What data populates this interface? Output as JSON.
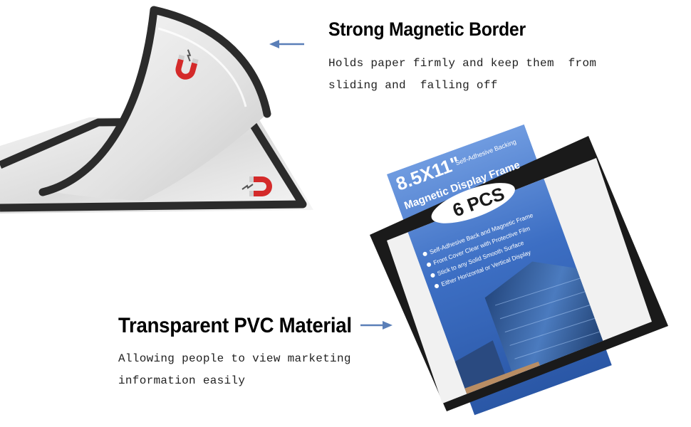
{
  "feature1": {
    "title": "Strong Magnetic Border",
    "desc_line1": "Holds paper firmly and keep them  from",
    "desc_line2": "sliding and  falling off"
  },
  "feature2": {
    "title": "Transparent PVC Material",
    "desc_line1": "Allowing people to view marketing",
    "desc_line2": "information easily"
  },
  "poster": {
    "size": "8.5X11\"",
    "backing": "Self-Adhesive Backing",
    "product": "Magnetic Display Frame",
    "pcs": "6 PCS",
    "bullets": [
      "Self-Adhesive Back and Magnetic Frame",
      "Front Cover Clear with Protective Film",
      "Stick to any Solid Smooth Surface",
      "Either Horizontal or Vertical Display"
    ]
  },
  "icons": [
    "magnet-icon",
    "arrow-left-icon",
    "arrow-right-icon"
  ],
  "colors": {
    "frame_border": "#2b2b2b",
    "magnet_red": "#d42a2a",
    "arrow_blue": "#5a7fb8",
    "poster_blue": "#3f6fc2"
  }
}
